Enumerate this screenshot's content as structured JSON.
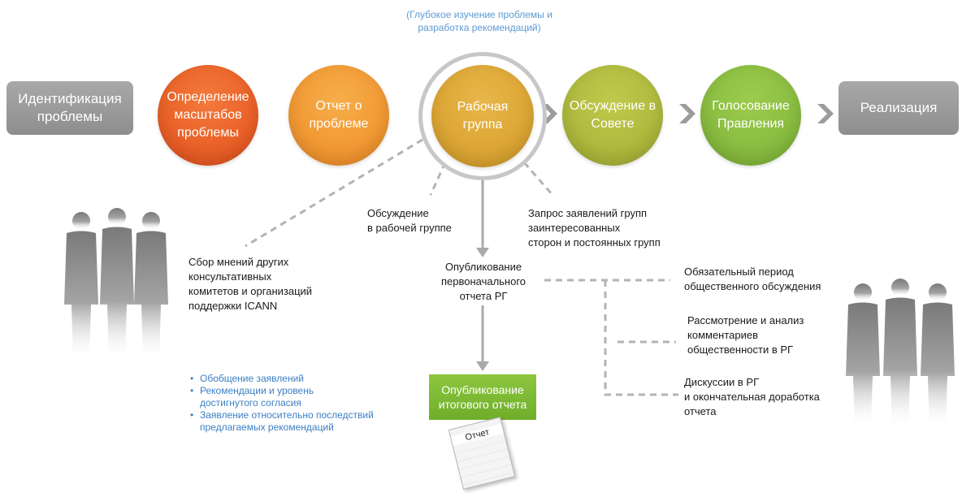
{
  "top_note": "(Глубокое изучение проблемы и\nразработка рекомендаций)",
  "stages": [
    {
      "id": "identify",
      "label": "Идентификация\nпроблемы"
    },
    {
      "id": "scope",
      "label": "Определение\nмасштабов\nпроблемы",
      "color": "#e9561e"
    },
    {
      "id": "report",
      "label": "Отчет о\nпроблеме",
      "color": "#f0902a"
    },
    {
      "id": "wg",
      "label": "Рабочая\nгруппа",
      "color": "#d9a22c"
    },
    {
      "id": "council",
      "label": "Обсуждение в\nСовете",
      "color": "#a8b43a"
    },
    {
      "id": "board",
      "label": "Голосование\nПравления",
      "color": "#7fb53b"
    },
    {
      "id": "implement",
      "label": "Реализация"
    }
  ],
  "labels": {
    "collect": "Сбор мнений других\nконсультативных\nкомитетов и организаций\nподдержки ICANN",
    "wg_discussion": "Обсуждение\nв рабочей группе",
    "request": "Запрос заявлений групп\nзаинтересованных\nсторон и постоянных групп",
    "initial_report": "Опубликование\nпервоначального\nотчета РГ",
    "public_comment": "Обязательный период\nобщественного обсуждения",
    "review": "Рассмотрение и анализ\nкомментариев\nобщественности в РГ",
    "final_discussion": "Дискуссии в РГ\nи окончательная доработка\nотчета"
  },
  "bullets": [
    "Обобщение заявлений",
    "Рекомендации и уровень\nдостигнутого согласия",
    "Заявление относительно последствий\nпредлагаемых рекомендаций"
  ],
  "final_report": "Опубликование\nитогового отчета",
  "doc_label": "Отчет",
  "colors": {
    "accent_blue": "#3a7fc4",
    "gray_box": "#9a9a9a",
    "green_box": "#7cba34",
    "connector": "#a6a6a6"
  }
}
